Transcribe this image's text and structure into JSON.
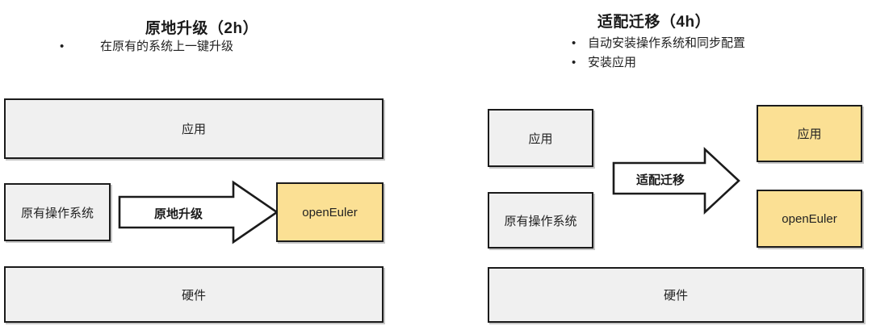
{
  "left_panel": {
    "title": "原地升级（2h）",
    "bullets": [
      {
        "dot": "•",
        "text": "在原有的系统上一键升级"
      }
    ],
    "boxes": {
      "app": "应用",
      "legacy_os": "原有操作系统",
      "openeuler": "openEuler",
      "hardware": "硬件"
    },
    "arrow_label": "原地升级"
  },
  "right_panel": {
    "title": "适配迁移（4h）",
    "bullets": [
      {
        "dot": "•",
        "text": "自动安装操作系统和同步配置"
      },
      {
        "dot": "•",
        "text": "安装应用"
      }
    ],
    "boxes": {
      "source_app": "应用",
      "source_os": "原有操作系统",
      "target_app": "应用",
      "target_os": "openEuler",
      "hardware": "硬件"
    },
    "arrow_label": "适配迁移"
  },
  "colors": {
    "highlight_fill": "#fbe094",
    "neutral_fill": "#f0f0f0",
    "outline": "#1b1b1b",
    "background": "#ffffff"
  }
}
